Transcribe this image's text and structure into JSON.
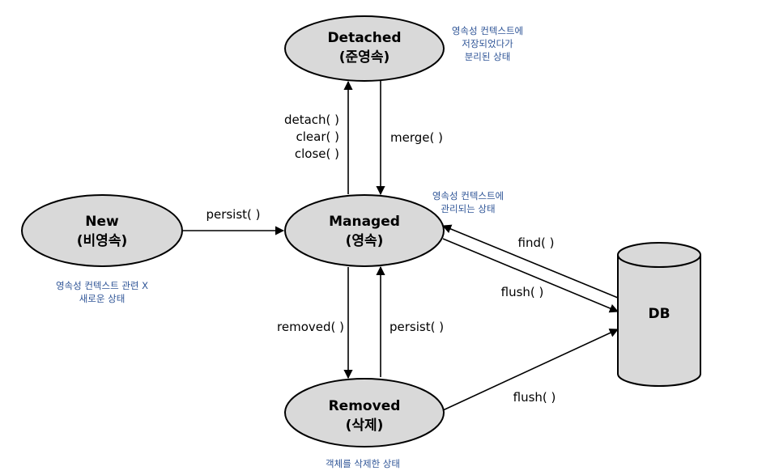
{
  "colors": {
    "node_fill": "#d9d9d9",
    "node_stroke": "#000000",
    "note_text": "#2f5597",
    "arrow": "#000000"
  },
  "states": {
    "detached": {
      "line1": "Detached",
      "line2": "(준영속)"
    },
    "managed": {
      "line1": "Managed",
      "line2": "(영속)"
    },
    "new": {
      "line1": "New",
      "line2": "(비영속)"
    },
    "removed": {
      "line1": "Removed",
      "line2": "(삭제)"
    },
    "db": {
      "label": "DB"
    }
  },
  "edges": {
    "managed_to_detached": [
      "detach( )",
      "clear( )",
      "close( )"
    ],
    "detached_to_managed": "merge( )",
    "new_to_managed": "persist( )",
    "managed_to_removed": "removed( )",
    "removed_to_managed": "persist( )",
    "db_to_managed": "find( )",
    "managed_to_db": "flush( )",
    "removed_to_db": "flush( )"
  },
  "notes": {
    "detached": [
      "영속성 컨텍스트에",
      "저장되었다가",
      "분리된 상태"
    ],
    "managed": [
      "영속성 컨텍스트에",
      "관리되는 상태"
    ],
    "new": [
      "영속성 컨텍스트 관련 X",
      "새로운 상태"
    ],
    "removed": [
      "객체를 삭제한 상태"
    ]
  }
}
